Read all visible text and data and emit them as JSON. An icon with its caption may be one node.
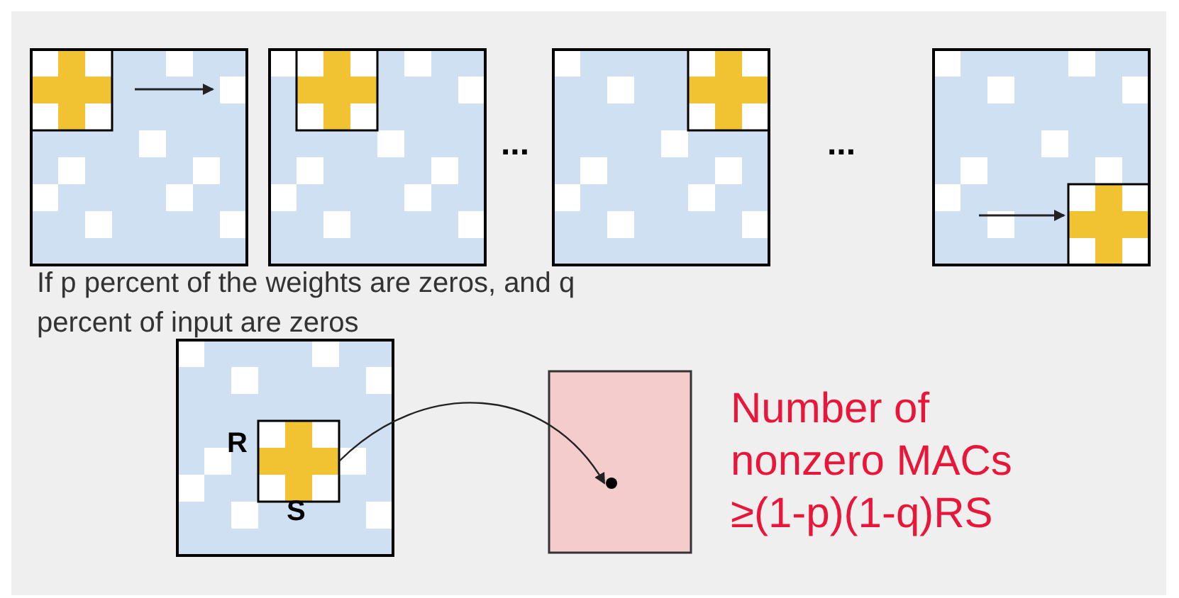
{
  "diagram": {
    "nodes": [
      {
        "text": [],
        "shape": "box"
      },
      {
        "text": [],
        "shape": "box"
      },
      {
        "text": [],
        "shape": "circle",
        "in": 1
      }
    ],
    "edges": [
      {
        "from": 0,
        "to": 2,
        "arrow": "to"
      }
    ],
    "labels": [
      "...",
      "...",
      "If p percent of the weights are zeros, and q percent of input are zeros",
      "R",
      "S",
      "Number of nonzero MACs ≥(1-p)(1-q)RS"
    ]
  }
}
